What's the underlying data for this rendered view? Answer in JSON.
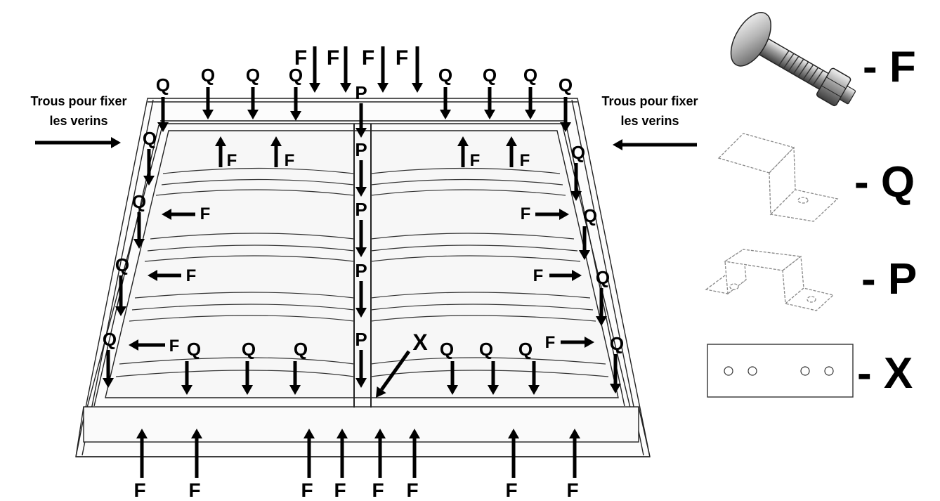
{
  "labels": {
    "F": "F",
    "Q": "Q",
    "P": "P",
    "X": "X"
  },
  "side_note": {
    "line1": "Trous pour fixer",
    "line2": "les verins"
  },
  "legend": [
    {
      "key": "bolt",
      "text": "- F",
      "icon": "carriage-bolt-icon"
    },
    {
      "key": "q_bracket",
      "text": "- Q",
      "icon": "z-bracket-icon"
    },
    {
      "key": "p_bracket",
      "text": "- P",
      "icon": "omega-bracket-icon"
    },
    {
      "key": "x_plate",
      "text": "- X",
      "icon": "flat-plate-icon"
    }
  ]
}
